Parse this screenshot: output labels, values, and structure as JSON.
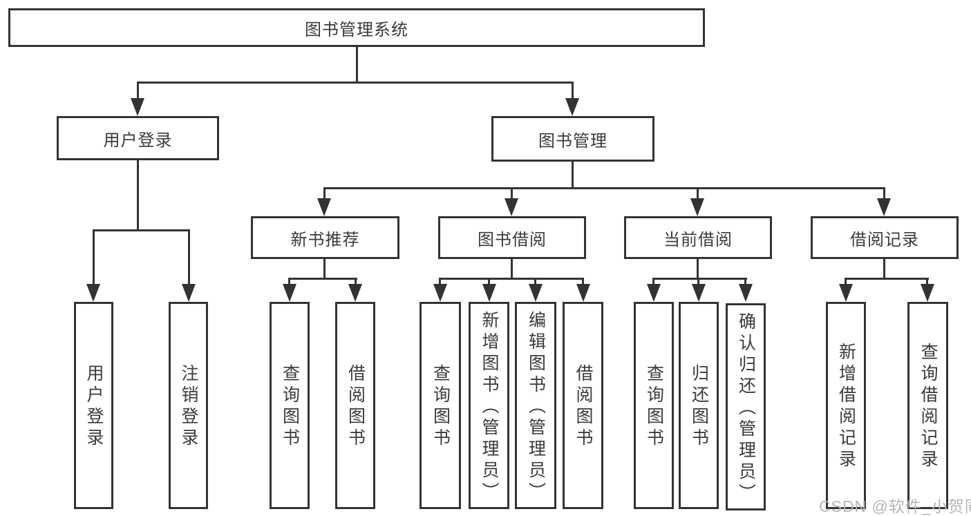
{
  "watermark": "CSDN @软件_小贺同学",
  "colors": {
    "line": "#333333",
    "text": "#3a3a3a",
    "watermark": "#b5b5b5",
    "background": "#ffffff"
  },
  "tree": {
    "root": "图书管理系统",
    "children": [
      {
        "label": "用户登录",
        "children": [
          "用户登录",
          "注销登录"
        ]
      },
      {
        "label": "图书管理",
        "children": [
          {
            "label": "新书推荐",
            "children": [
              "查询图书",
              "借阅图书"
            ]
          },
          {
            "label": "图书借阅",
            "children": [
              "查询图书",
              "新增图书（管理员）",
              "编辑图书（管理员）",
              "借阅图书"
            ]
          },
          {
            "label": "当前借阅",
            "children": [
              "查询图书",
              "归还图书",
              "确认归还（管理员）"
            ]
          },
          {
            "label": "借阅记录",
            "children": [
              "新增借阅记录",
              "查询借阅记录"
            ]
          }
        ]
      }
    ]
  }
}
